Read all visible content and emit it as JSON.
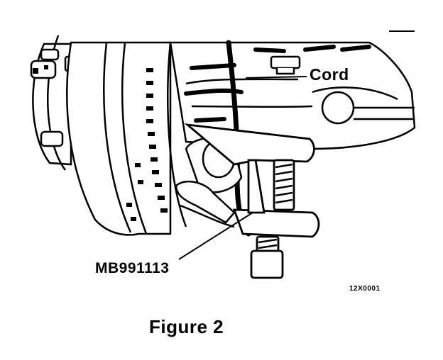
{
  "labels": {
    "cord": "Cord",
    "tool_number": "MB991113",
    "image_code": "12X0001"
  },
  "figure_caption": "Figure 2"
}
